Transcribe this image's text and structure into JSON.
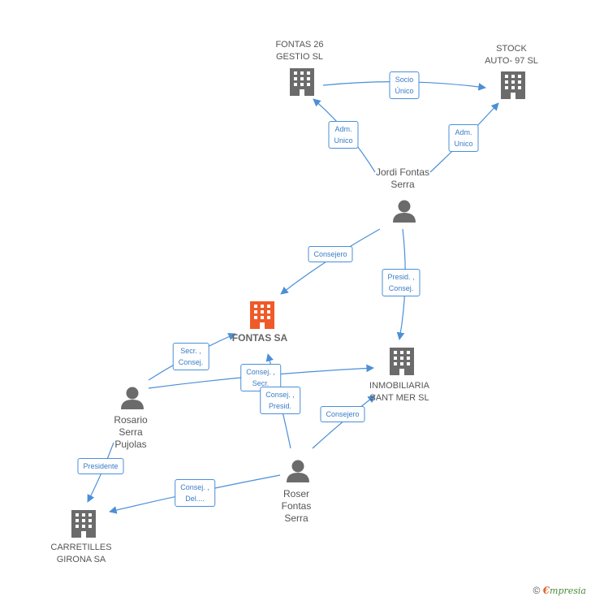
{
  "colors": {
    "edge": "#4a8fd8",
    "building": "#6b6b6b",
    "building_main": "#f05a28",
    "person": "#6b6b6b",
    "label_text": "#3a7cc7"
  },
  "nodes": {
    "fontas26": {
      "label": "FONTAS 26\nGESTIO  SL",
      "icon": "building-icon"
    },
    "stock": {
      "label": "STOCK\nAUTO- 97 SL",
      "icon": "building-icon"
    },
    "jordi": {
      "label": "Jordi Fontas\nSerra",
      "icon": "person-icon"
    },
    "fontassa": {
      "label": "FONTAS SA",
      "icon": "building-icon"
    },
    "inmobiliaria": {
      "label": "INMOBILIARIA\nSANT MER SL",
      "icon": "building-icon"
    },
    "rosario": {
      "label": "Rosario\nSerra\nPujolas",
      "icon": "person-icon"
    },
    "roser": {
      "label": "Roser\nFontas\nSerra",
      "icon": "person-icon"
    },
    "carretilles": {
      "label": "CARRETILLES\nGIRONA SA",
      "icon": "building-icon"
    }
  },
  "edges": {
    "e1": "Socio\nÚnico",
    "e2": "Adm.\nUnico",
    "e3": "Adm.\nUnico",
    "e4": "Consejero",
    "e5": "Presid. ,\nConsej.",
    "e6": "Secr. ,\nConsej.",
    "e7": "Consej. ,\nSecr.",
    "e8": "Consej. ,\nPresid.",
    "e9": "Consejero",
    "e10": "Presidente",
    "e11": "Consej. ,\nDel...."
  },
  "footer": {
    "copyright": "©",
    "brand_e": "€",
    "brand_rest": "mpresia"
  }
}
